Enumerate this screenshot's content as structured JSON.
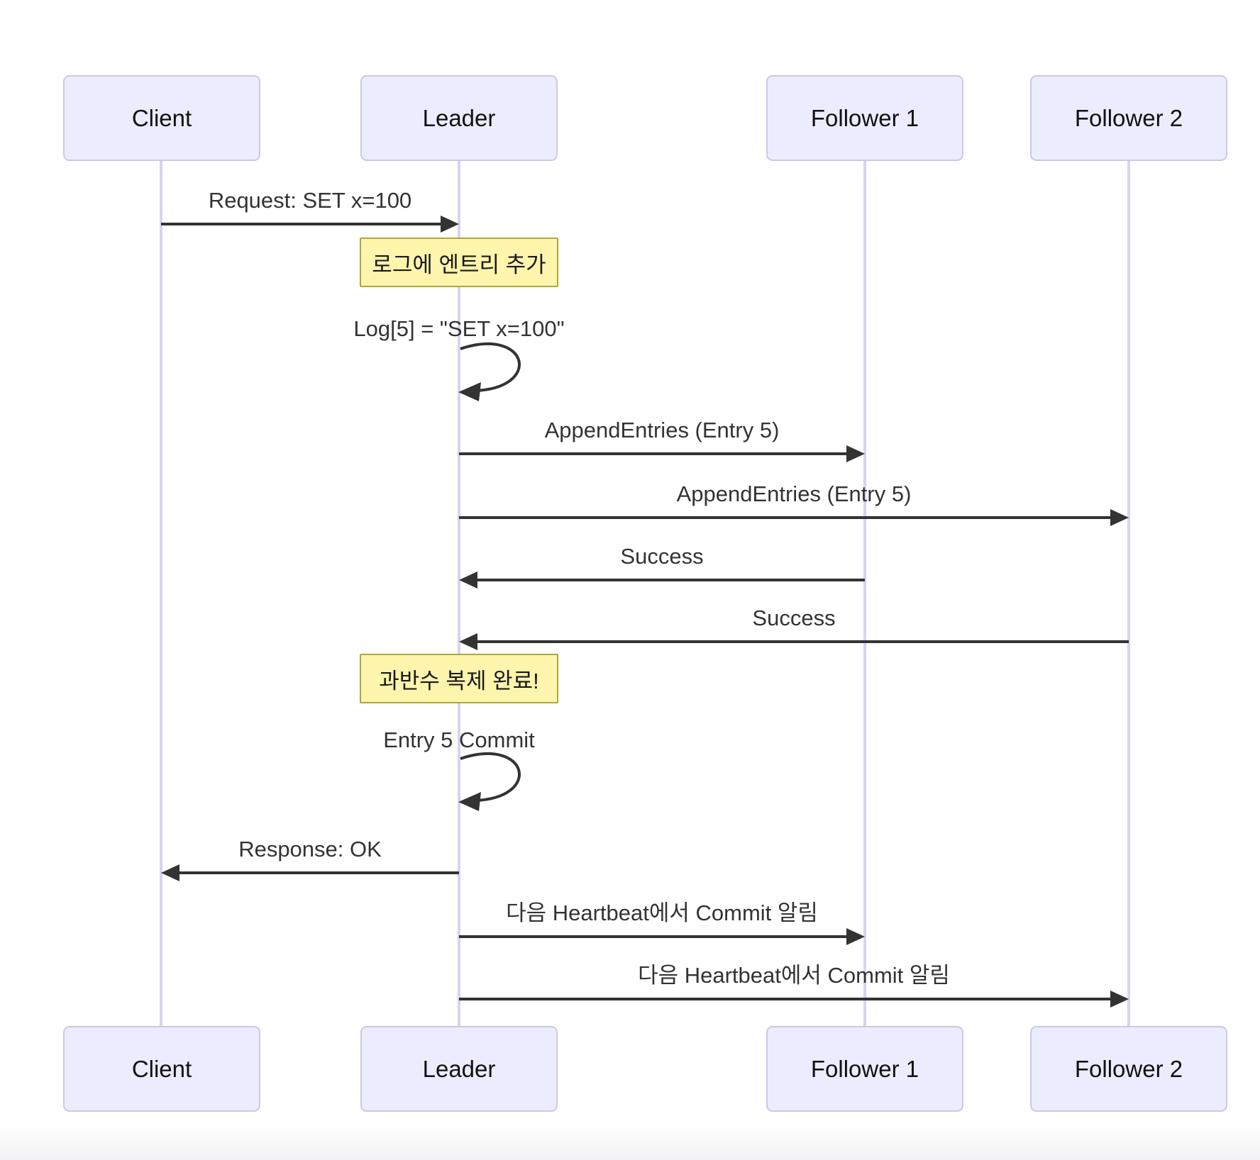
{
  "diagram": {
    "kind": "sequence-diagram",
    "topic": "Raft log replication flow",
    "actors": [
      {
        "name": "Client"
      },
      {
        "name": "Leader"
      },
      {
        "name": "Follower 1"
      },
      {
        "name": "Follower 2"
      }
    ],
    "messages": [
      {
        "from": "Client",
        "to": "Leader",
        "label": "Request: SET x=100",
        "arrow": "solid-right"
      },
      {
        "from": "Leader",
        "to": "Follower 1",
        "label": "AppendEntries (Entry 5)",
        "arrow": "solid-right"
      },
      {
        "from": "Leader",
        "to": "Follower 2",
        "label": "AppendEntries (Entry 5)",
        "arrow": "solid-right"
      },
      {
        "from": "Follower 1",
        "to": "Leader",
        "label": "Success",
        "arrow": "solid-left"
      },
      {
        "from": "Follower 2",
        "to": "Leader",
        "label": "Success",
        "arrow": "solid-left"
      },
      {
        "from": "Leader",
        "to": "Client",
        "label": "Response: OK",
        "arrow": "solid-left"
      },
      {
        "from": "Leader",
        "to": "Follower 1",
        "label": "다음 Heartbeat에서 Commit 알림",
        "arrow": "solid-right"
      },
      {
        "from": "Leader",
        "to": "Follower 2",
        "label": "다음 Heartbeat에서 Commit 알림",
        "arrow": "solid-right"
      }
    ],
    "self_messages": [
      {
        "actor": "Leader",
        "label": "Log[5] = \"SET x=100\""
      },
      {
        "actor": "Leader",
        "label": "Entry 5 Commit"
      }
    ],
    "notes": [
      {
        "over": "Leader",
        "label": "로그에 엔트리 추가"
      },
      {
        "over": "Leader",
        "label": "과반수 복제 완료!"
      }
    ],
    "colors": {
      "actor_fill": "#ECECFF",
      "actor_border": "#cdc7e8",
      "lifeline": "#d9d2ef",
      "arrow": "#333333",
      "note_fill": "#fff5ad",
      "note_border": "#aaaa33",
      "text": "#333333"
    }
  }
}
